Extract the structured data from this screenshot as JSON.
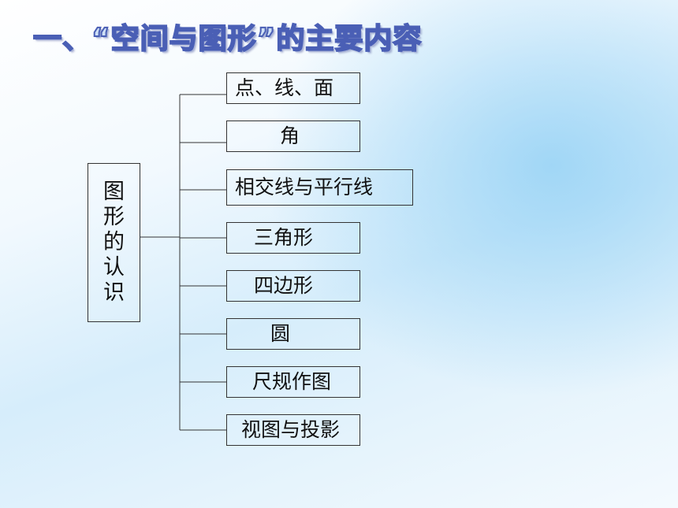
{
  "title": "一、“空间与图形”的主要内容",
  "diagram": {
    "root": "图形的认识",
    "children": [
      "点、线、面",
      "角",
      "相交线与平行线",
      "三角形",
      "四边形",
      "圆",
      "尺规作图",
      "视图与投影"
    ]
  }
}
